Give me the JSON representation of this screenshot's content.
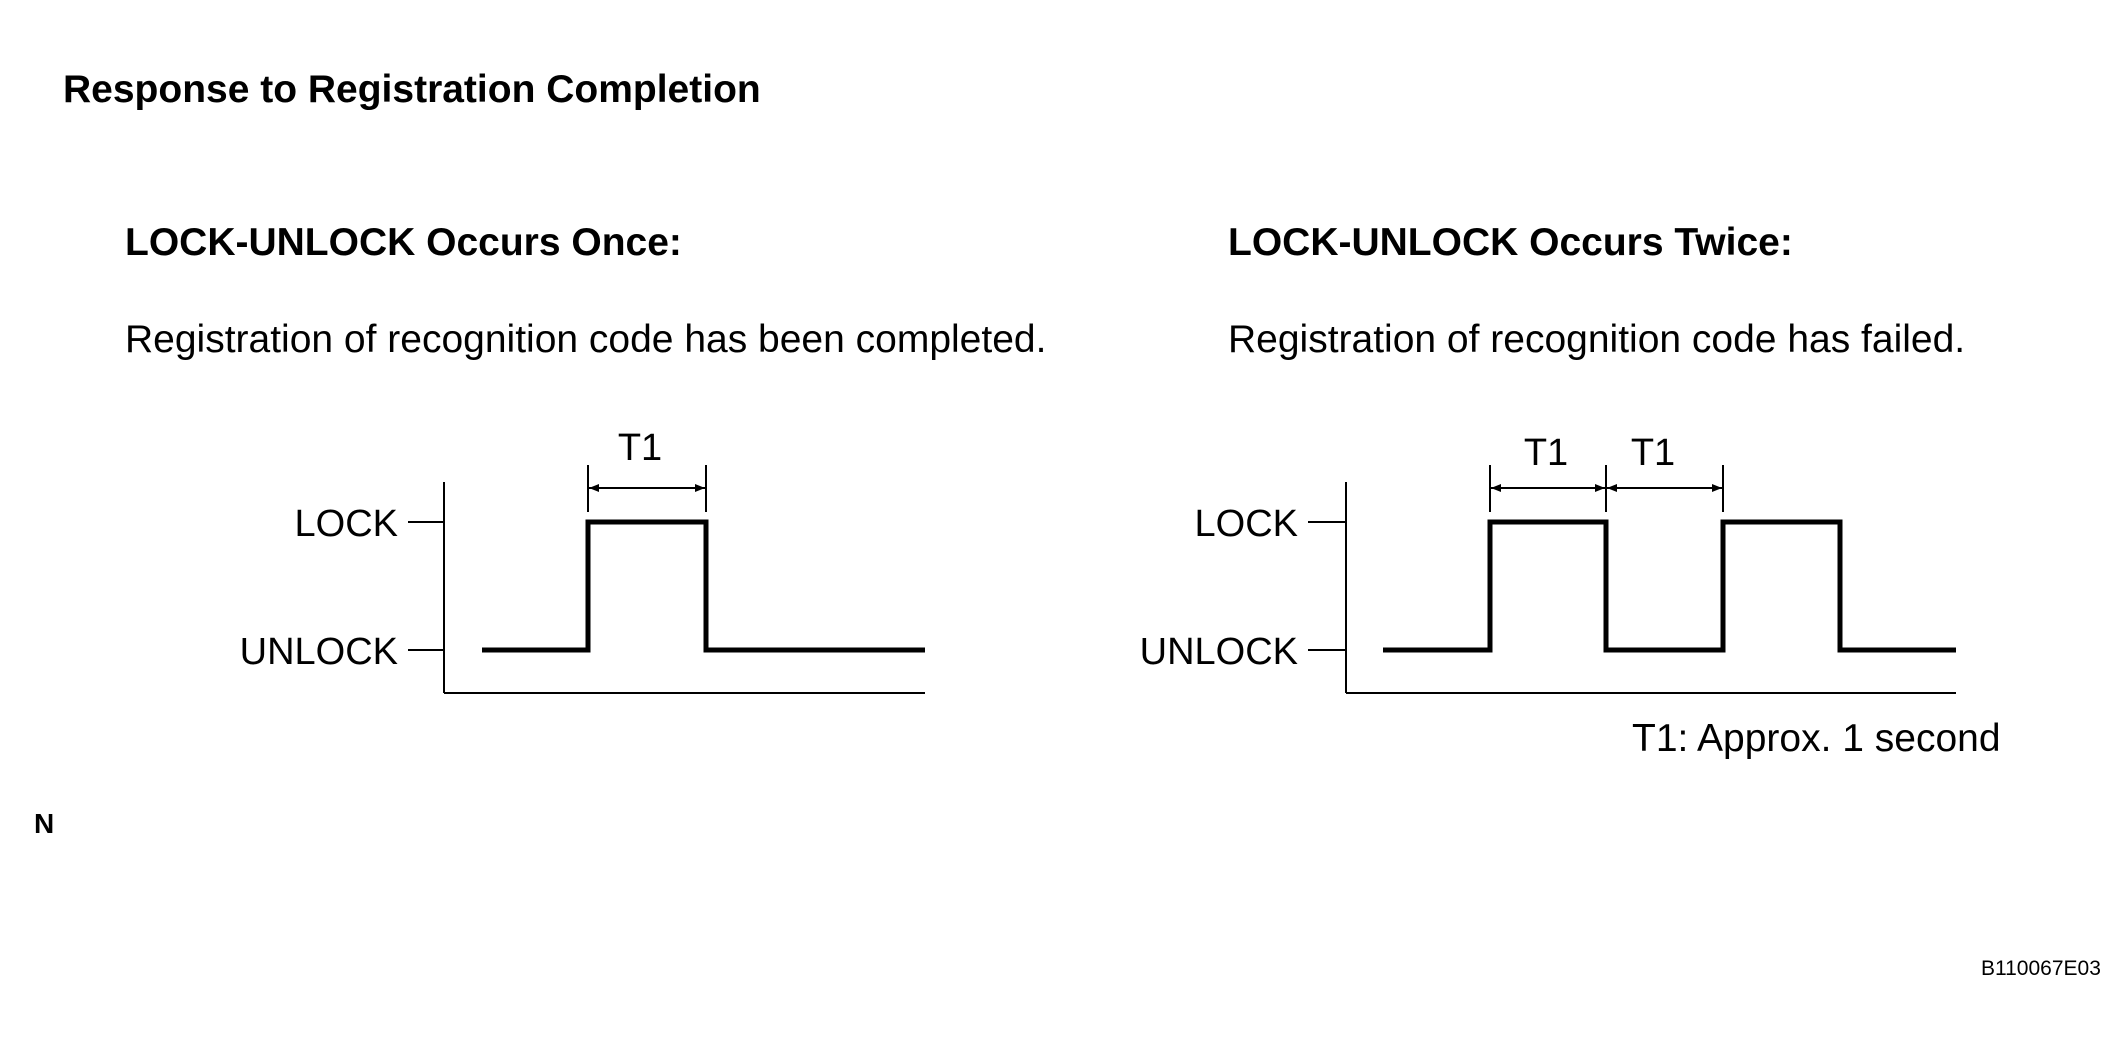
{
  "title": "Response to Registration Completion",
  "panels": [
    {
      "heading": "LOCK-UNLOCK Occurs Once:",
      "description": "Registration of recognition code has been completed.",
      "level_high": "LOCK",
      "level_low": "UNLOCK",
      "interval_labels": [
        "T1"
      ]
    },
    {
      "heading": "LOCK-UNLOCK Occurs Twice:",
      "description": "Registration of recognition code has failed.",
      "level_high": "LOCK",
      "level_low": "UNLOCK",
      "interval_labels": [
        "T1",
        "T1"
      ]
    }
  ],
  "note": "T1: Approx. 1 second",
  "corner_mark": "N",
  "figure_code": "B110067E03"
}
